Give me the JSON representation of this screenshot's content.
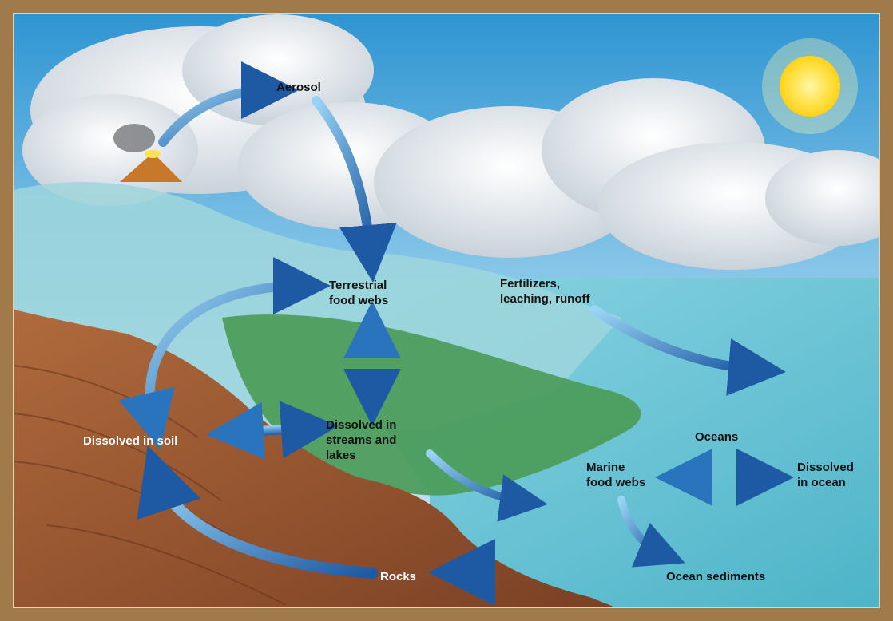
{
  "labels": {
    "aerosol": "Aerosol",
    "terrestrial_food_webs": "Terrestrial\nfood webs",
    "fertilizers": "Fertilizers,\nleaching, runoff",
    "dissolved_in_soil": "Dissolved in soil",
    "dissolved_in_streams": "Dissolved in\nstreams and\nlakes",
    "oceans": "Oceans",
    "marine_food_webs": "Marine\nfood webs",
    "dissolved_in_ocean": "Dissolved\nin ocean",
    "rocks": "Rocks",
    "ocean_sediments": "Ocean sediments"
  },
  "colors": {
    "sky_top": "#3aa0d8",
    "sky_bottom": "#bfe3f2",
    "ocean": "#6fc6d6",
    "land": "#9a5a34",
    "vegetation": "#3f8a4a",
    "arrow_light": "#7cc3ee",
    "arrow_dark": "#1f5fa8",
    "frame": "#a07a4a"
  }
}
